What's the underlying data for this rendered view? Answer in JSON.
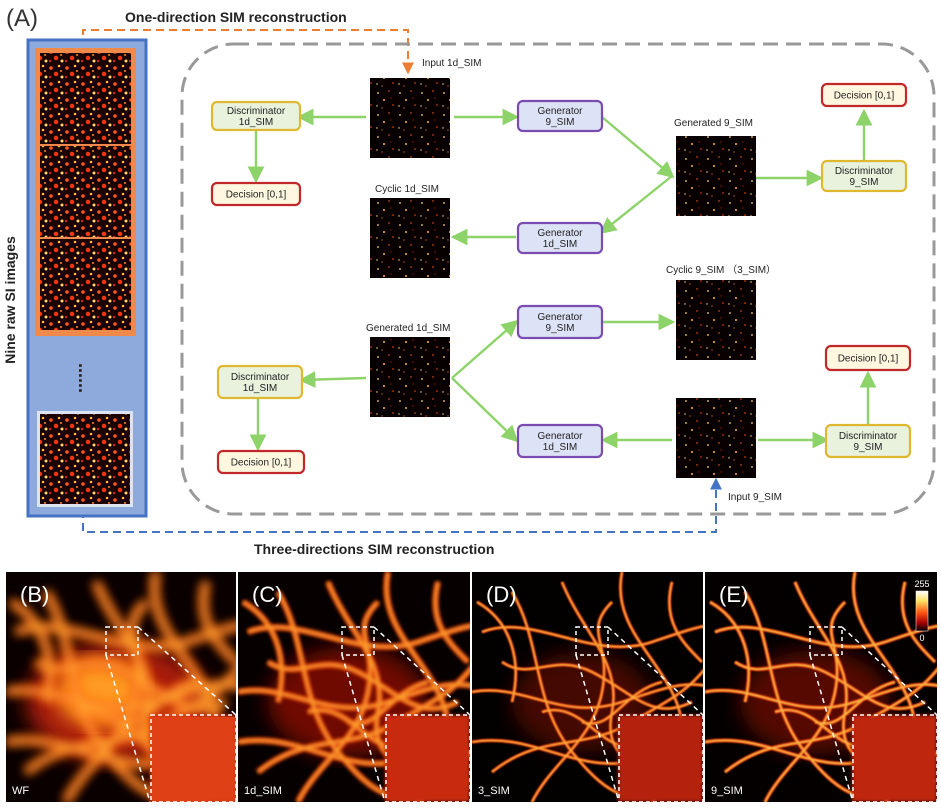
{
  "panel_a": {
    "label": "(A)",
    "top_title": "One-direction SIM reconstruction",
    "bottom_title": "Three-directions SIM reconstruction",
    "side_label": "Nine raw SI images",
    "ellipsis": "......"
  },
  "image_labels": {
    "input_1d": "Input 1d_SIM",
    "cyclic_1d": "Cyclic 1d_SIM",
    "generated_9": "Generated 9_SIM",
    "cyclic_9": "Cyclic 9_SIM （3_SIM）",
    "generated_1d": "Generated 1d_SIM",
    "input_9": "Input 9_SIM"
  },
  "nodes": {
    "disc_1d_top": [
      "Discriminator",
      "1d_SIM"
    ],
    "dec_top_left": [
      "Decision [0,1]"
    ],
    "gen_9_top": [
      "Generator",
      "9_SIM"
    ],
    "gen_1d_top": [
      "Generator",
      "1d_SIM"
    ],
    "dec_top_right": [
      "Decision [0,1]"
    ],
    "disc_9_top": [
      "Discriminator",
      "9_SIM"
    ],
    "gen_9_bot": [
      "Generator",
      "9_SIM"
    ],
    "gen_1d_bot": [
      "Generator",
      "1d_SIM"
    ],
    "disc_1d_bot": [
      "Discriminator",
      "1d_SIM"
    ],
    "dec_bot_left": [
      "Decision [0,1]"
    ],
    "dec_bot_right": [
      "Decision [0,1]"
    ],
    "disc_9_bot": [
      "Discriminator",
      "9_SIM"
    ]
  },
  "panels": [
    {
      "label": "(B)",
      "sub": "WF"
    },
    {
      "label": "(C)",
      "sub": "1d_SIM"
    },
    {
      "label": "(D)",
      "sub": "3_SIM"
    },
    {
      "label": "(E)",
      "sub": "9_SIM"
    }
  ],
  "colorbar": {
    "max": "255",
    "min": "0"
  },
  "colors": {
    "generator_fill": "#dde3f7",
    "generator_stroke": "#7a4cb0",
    "discriminator_fill": "#e8f2dd",
    "discriminator_stroke": "#e0b830",
    "decision_fill": "#fff7df",
    "decision_stroke": "#c0282a",
    "arrow": "#8ed26a",
    "raw_panel_bg": "#8ea9db",
    "raw_panel_border": "#4472c4",
    "highlight_border": "#f08a4b",
    "top_dash": "#ed7d31",
    "bottom_dash": "#4472c4",
    "loop_dash": "#999999"
  }
}
